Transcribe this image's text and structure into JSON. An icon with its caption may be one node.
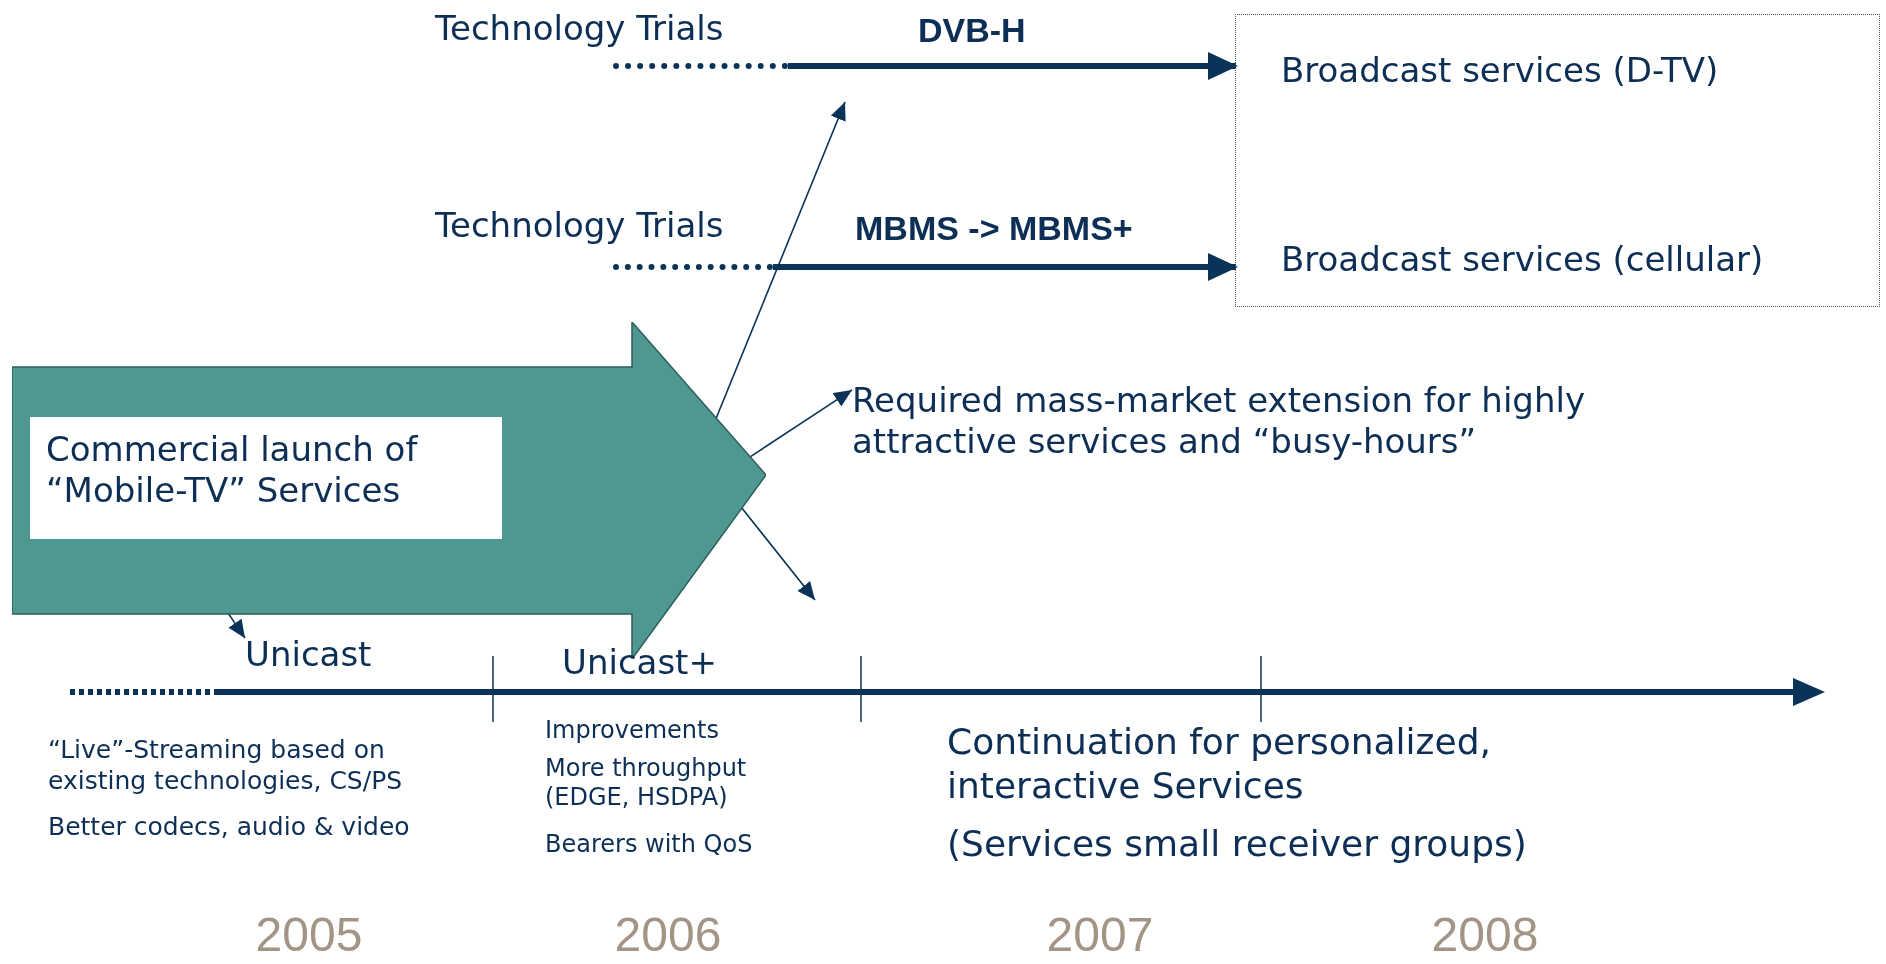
{
  "diagram": {
    "nodes": [
      {
        "text": [
          "Technology Trials"
        ]
      },
      {
        "text": [],
        "shape": "box"
      },
      {
        "text": [
          "Broadcast services (D-TV)"
        ],
        "in": 1
      },
      {
        "text": [
          "Technology Trials"
        ]
      },
      {
        "text": [
          "Broadcast services (cellular)"
        ],
        "in": 1
      },
      {
        "text": [],
        "shape": "arrow"
      },
      {
        "text": [
          "Required mass-market extension for highly attractive services and “busy-hours”"
        ]
      },
      {
        "text": [
          "Commercial launch of “Mobile-TV” Services"
        ],
        "in": 5
      },
      {
        "text": [
          "Unicast"
        ]
      }
    ],
    "edges": [
      {
        "from": 0,
        "to": 2,
        "arrow": "to",
        "label": "DVB-H",
        "style": "thick"
      },
      {
        "from": 3,
        "to": 4,
        "arrow": "to",
        "label": "MBMS -> MBMS+",
        "style": "thick"
      },
      {
        "from": 5,
        "to": null,
        "arrow": "to"
      },
      {
        "from": 5,
        "to": 6,
        "arrow": "to"
      },
      {
        "from": 5,
        "to": null,
        "arrow": "to"
      },
      {
        "from": 7,
        "to": 8,
        "arrow": "to"
      }
    ],
    "labels": [
      "Unicast+",
      "“Live”-Streaming based on existing technologies, CS/PS",
      "Better codecs, audio & video",
      "Improvements",
      "More throughput (EDGE, HSDPA)",
      "Bearers with QoS",
      "Continuation for personalized, interactive Services",
      "(Services small receiver groups)",
      "2005",
      "2006",
      "2007",
      "2008"
    ]
  }
}
